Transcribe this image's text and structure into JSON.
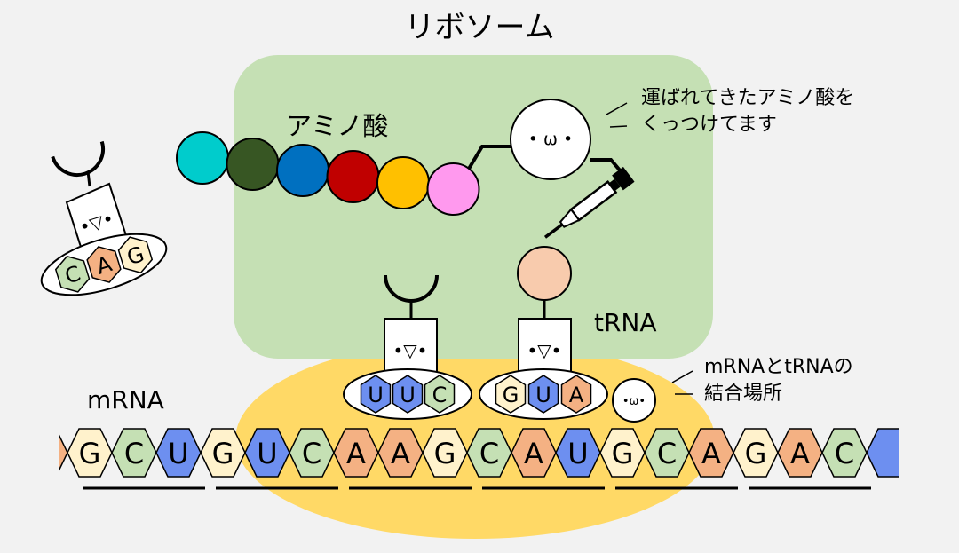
{
  "title": "リボソーム",
  "labels": {
    "amino_acid": "アミノ酸",
    "joining_note_line1": "運ばれてきたアミノ酸を",
    "joining_note_line2": "くっつけてます",
    "trna": "tRNA",
    "mrna": "mRNA",
    "binding_site_line1": "mRNAとtRNAの",
    "binding_site_line2": "結合場所"
  },
  "faces": {
    "ribosome_face": "• ω •",
    "trna_face": "•▽•",
    "small_face": "•ω•"
  },
  "colors": {
    "background": "#f2f2f2",
    "ribosome_large_subunit": "#c5e0b4",
    "ribosome_small_subunit": "#ffd966",
    "base_G": "#fff2cc",
    "base_C": "#c5e0b4",
    "base_U": "#6d8ff0",
    "base_A": "#f4b183"
  },
  "amino_acid_chain": [
    "#00cccc",
    "#375623",
    "#0070c0",
    "#c00000",
    "#ffc000",
    "#ff99ee"
  ],
  "incoming_amino_acid_color": "#f8cbad",
  "floating_trna_anticodon": [
    "C",
    "A",
    "G"
  ],
  "bound_trna_1_anticodon": [
    "U",
    "U",
    "C"
  ],
  "bound_trna_2_anticodon": [
    "G",
    "U",
    "A"
  ],
  "mrna_sequence": [
    "G",
    "C",
    "U",
    "G",
    "U",
    "C",
    "A",
    "A",
    "G",
    "C",
    "A",
    "U",
    "G",
    "C",
    "A",
    "G",
    "A",
    "C"
  ],
  "codon_count": 6
}
